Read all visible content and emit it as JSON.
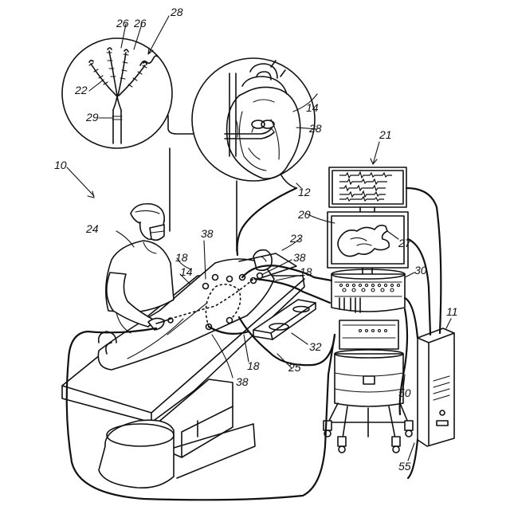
{
  "labels": {
    "system": "10",
    "console": "11",
    "cable": "12",
    "catheter": "14",
    "electrodes_a": "18",
    "electrodes_b": "18",
    "electrodes_c": "18",
    "map_3d": "20",
    "displays": "21",
    "catheter_tip": "22",
    "patient": "23",
    "physician": "24",
    "patch_cable": "25",
    "splines_a": "26",
    "splines_b": "26",
    "map_display": "27",
    "tip_assembly": "28",
    "tip_in_heart": "28",
    "shaft": "29",
    "interface_unit": "30",
    "pad": "32",
    "patches_a": "38",
    "patches_b": "38",
    "patches_c": "38",
    "generator": "50",
    "cart": "55",
    "catheter_hand": "14"
  }
}
